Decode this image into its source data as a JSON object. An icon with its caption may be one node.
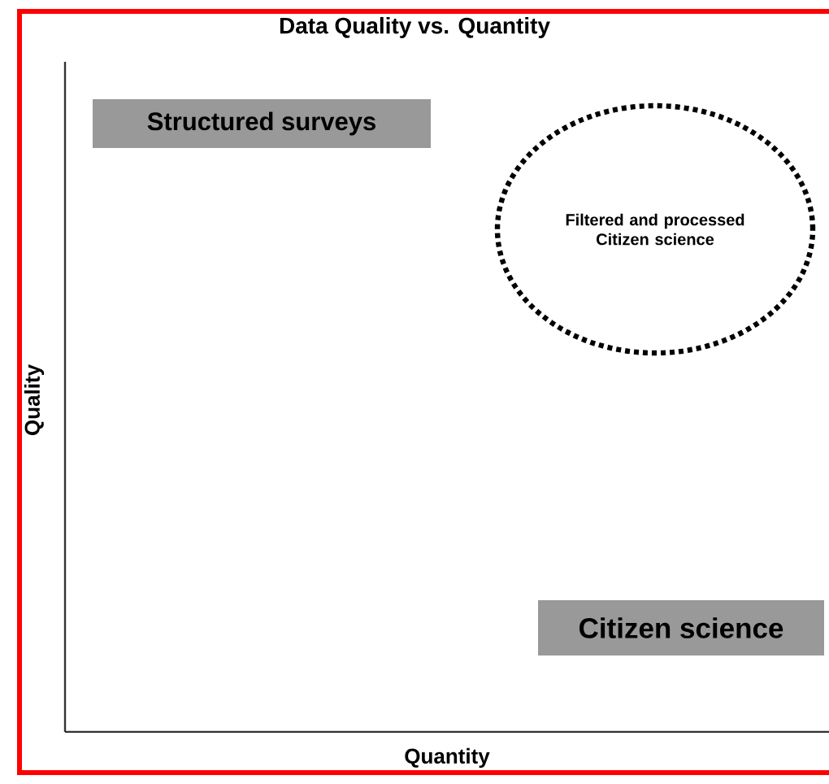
{
  "diagram": {
    "title": "Data Quality vs. Quantity",
    "nodes": [
      {
        "text": [
          "Structured surveys"
        ]
      },
      {
        "text": [
          "Filtered and processed Citizen science"
        ]
      },
      {
        "text": [
          "Citizen science"
        ]
      }
    ],
    "labels": [
      "Quality",
      "Quantity"
    ]
  }
}
